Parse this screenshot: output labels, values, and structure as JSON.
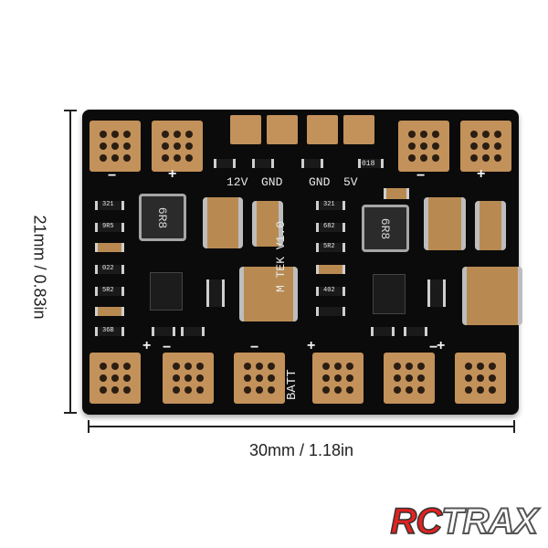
{
  "dimensions": {
    "height_label": "21mm / 0.83in",
    "width_label": "30mm / 1.18in"
  },
  "board": {
    "label_12v": "12V",
    "label_gnd_left": "GND",
    "label_gnd_right": "GND",
    "label_5v": "5V",
    "model": "M TEK V1.0",
    "batt": "BATT",
    "inductor_code": "6R8",
    "resistors_left": [
      "321",
      "9R5",
      "",
      "022",
      "5R2",
      "",
      "36B"
    ],
    "resistors_right": [
      "321",
      "682",
      "5R2",
      "",
      "402",
      "",
      ""
    ],
    "top_marks": [
      "",
      "018"
    ],
    "plus": "+",
    "minus": "−"
  },
  "logo": {
    "rc": "RC",
    "trax": "TRAX"
  },
  "colors": {
    "board": "#0b0b0b",
    "pad": "#c3915a",
    "logo_red": "#e22121"
  }
}
